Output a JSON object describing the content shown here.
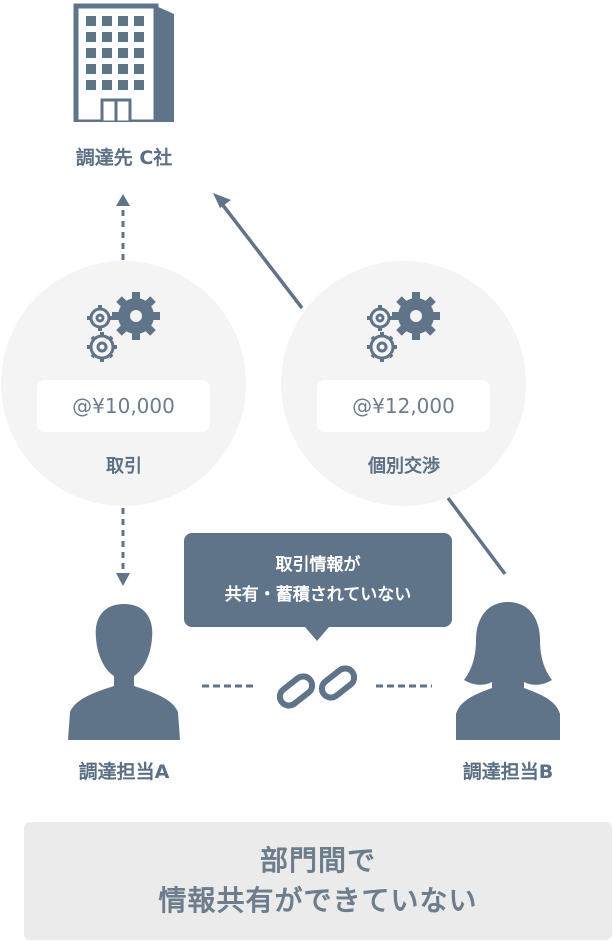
{
  "supplier": {
    "label": "調達先 C社"
  },
  "left_circle": {
    "price": "@¥10,000",
    "caption": "取引"
  },
  "right_circle": {
    "price": "@¥12,000",
    "caption": "個別交渉"
  },
  "bubble": {
    "line1": "取引情報が",
    "line2": "共有・蓄積されていない"
  },
  "person_a": {
    "label": "調達担当A"
  },
  "person_b": {
    "label": "調達担当B"
  },
  "bottom": {
    "line1": "部門間で",
    "line2": "情報共有ができていない"
  },
  "colors": {
    "primary": "#5f7389",
    "circle_bg": "#f4f4f4",
    "box_bg": "#ebebeb"
  },
  "icons": [
    "building-icon",
    "gears-icon",
    "link-chain-icon",
    "person-male-icon",
    "person-female-icon"
  ]
}
